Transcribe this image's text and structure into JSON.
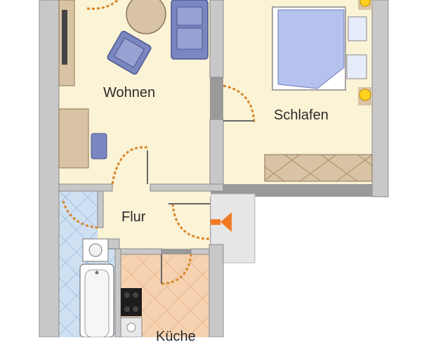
{
  "rooms": {
    "wohnen": "Wohnen",
    "schlafen": "Schlafen",
    "flur": "Flur",
    "kueche": "Küche"
  },
  "colors": {
    "wall_outer": "#9a9a9a",
    "wall_inner": "#c8c8c8",
    "floor_living": "#fbf3d6",
    "floor_bath": "#cfe0f2",
    "floor_kitchen": "#f6d2b0",
    "entrance_area": "#e6e6e6",
    "door_swing": "#d9862a",
    "entrance_arrow": "#f07a22",
    "furniture_blue": "#7a86c0",
    "furniture_wood": "#d8c4a4",
    "lamp_yellow": "#ffd21f"
  },
  "icons": {
    "entrance": "entrance-arrow-icon",
    "lamp": "lamp-icon"
  }
}
